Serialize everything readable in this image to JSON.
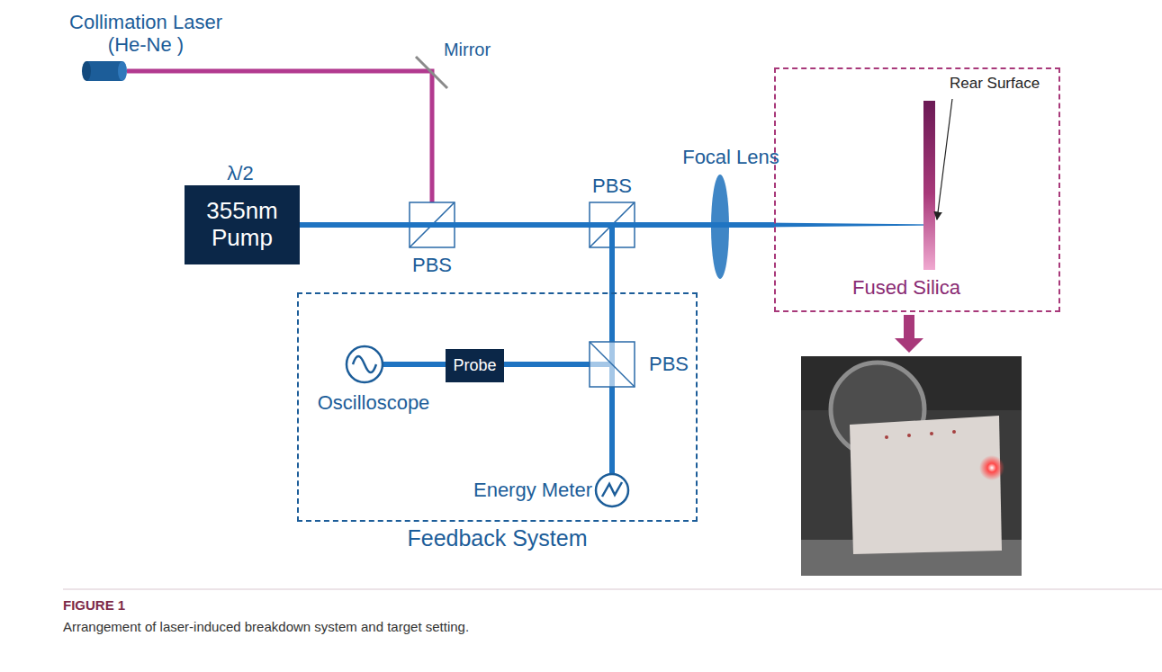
{
  "diagram": {
    "caption": "Arrangement of laser-induced breakdown system and target setting.",
    "nodes": [
      {
        "text": [
          "355nm Pump"
        ]
      },
      {
        "text": [
          "Feedback System"
        ]
      },
      {
        "text": [
          "Probe"
        ],
        "in": 1
      },
      {
        "text": [
          "Rear Surface",
          "Fused Silica"
        ]
      }
    ],
    "edges": [
      {
        "from": 0,
        "to": 3,
        "arrow": "none"
      }
    ],
    "labels": [
      "Collimation Laser (He-Ne )",
      "Mirror",
      "λ/2",
      "PBS",
      "PBS",
      "Focal Lens",
      "PBS",
      "Oscilloscope",
      "Energy Meter",
      "FIGURE 1"
    ]
  }
}
